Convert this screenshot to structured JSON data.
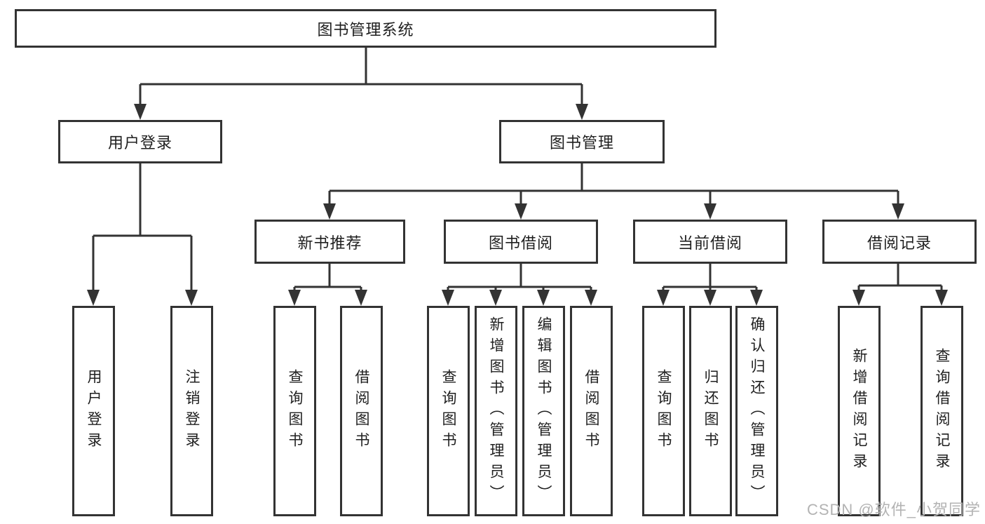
{
  "diagram": {
    "watermark": "CSDN @软件_小贺同学",
    "colors": {
      "line": "#333333",
      "text": "#1f1f1f",
      "watermark_text": "#b3b3b3",
      "background": "#ffffff"
    },
    "tree": {
      "label": "图书管理系统",
      "children": [
        {
          "label": "用户登录",
          "children": [
            {
              "label": "用户登录"
            },
            {
              "label": "注销登录"
            }
          ]
        },
        {
          "label": "图书管理",
          "children": [
            {
              "label": "新书推荐",
              "children": [
                {
                  "label": "查询图书"
                },
                {
                  "label": "借阅图书"
                }
              ]
            },
            {
              "label": "图书借阅",
              "children": [
                {
                  "label": "查询图书"
                },
                {
                  "label": "新增图书（管理员）"
                },
                {
                  "label": "编辑图书（管理员）"
                },
                {
                  "label": "借阅图书"
                }
              ]
            },
            {
              "label": "当前借阅",
              "children": [
                {
                  "label": "查询图书"
                },
                {
                  "label": "归还图书"
                },
                {
                  "label": "确认归还（管理员）"
                }
              ]
            },
            {
              "label": "借阅记录",
              "children": [
                {
                  "label": "新增借阅记录"
                },
                {
                  "label": "查询借阅记录"
                }
              ]
            }
          ]
        }
      ]
    }
  }
}
